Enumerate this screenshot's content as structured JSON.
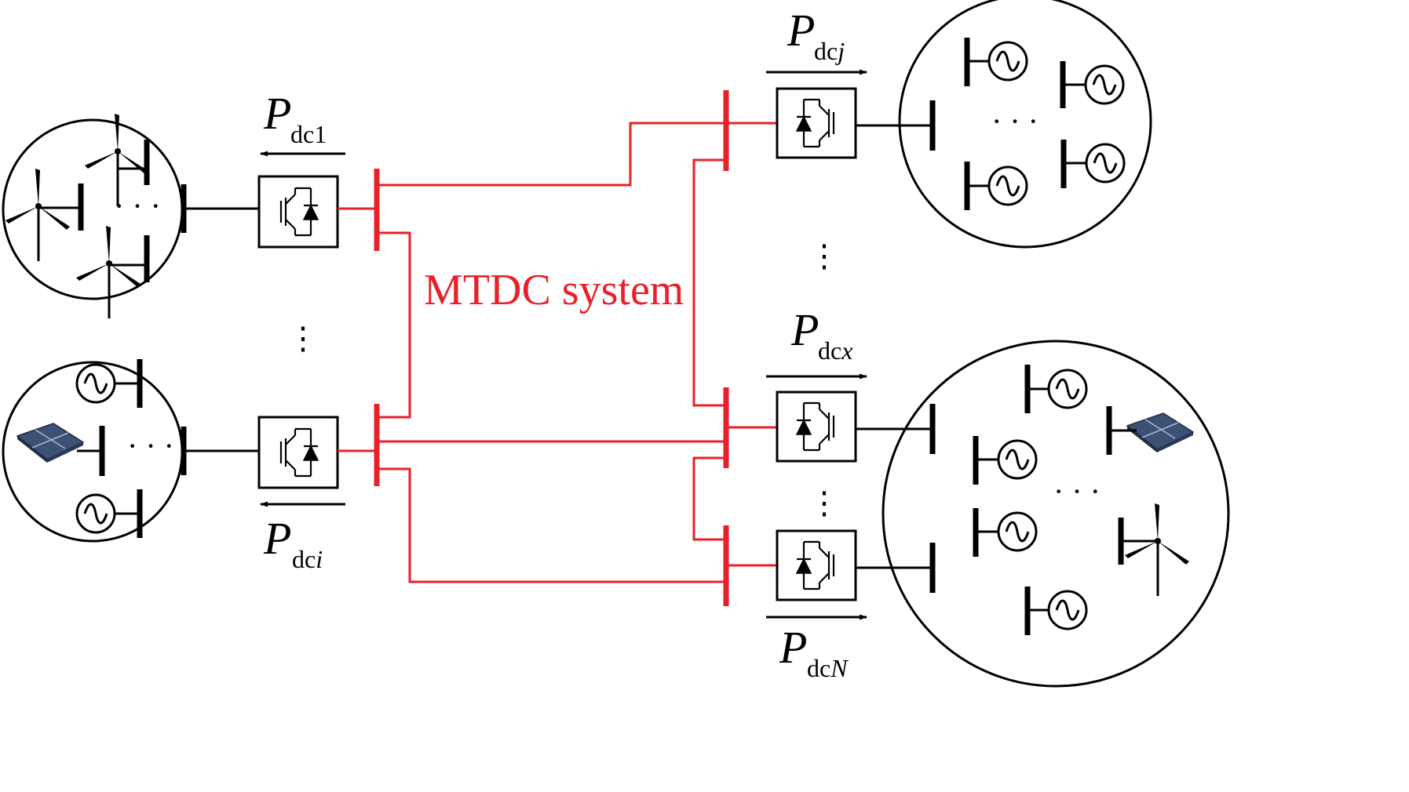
{
  "diagram": {
    "center_label": "MTDC system",
    "dc_power_labels": {
      "p1": {
        "main": "P",
        "sub": "dc",
        "suffix": "1"
      },
      "pi": {
        "main": "P",
        "sub": "dc",
        "suffix": "i"
      },
      "pj": {
        "main": "P",
        "sub": "dc",
        "suffix": "j"
      },
      "px": {
        "main": "P",
        "sub": "dc",
        "suffix": "x"
      },
      "pN": {
        "main": "P",
        "sub": "dc",
        "suffix": "N"
      }
    },
    "ellipsis": "· · ·",
    "vertical_ellipsis": "⋮",
    "colors": {
      "dc_network": "#e8202a",
      "ac_network": "#000000"
    },
    "icons": [
      "wind-turbine-icon",
      "ac-generator-icon",
      "solar-panel-icon",
      "vsc-converter-icon",
      "dc-bus-icon"
    ]
  }
}
